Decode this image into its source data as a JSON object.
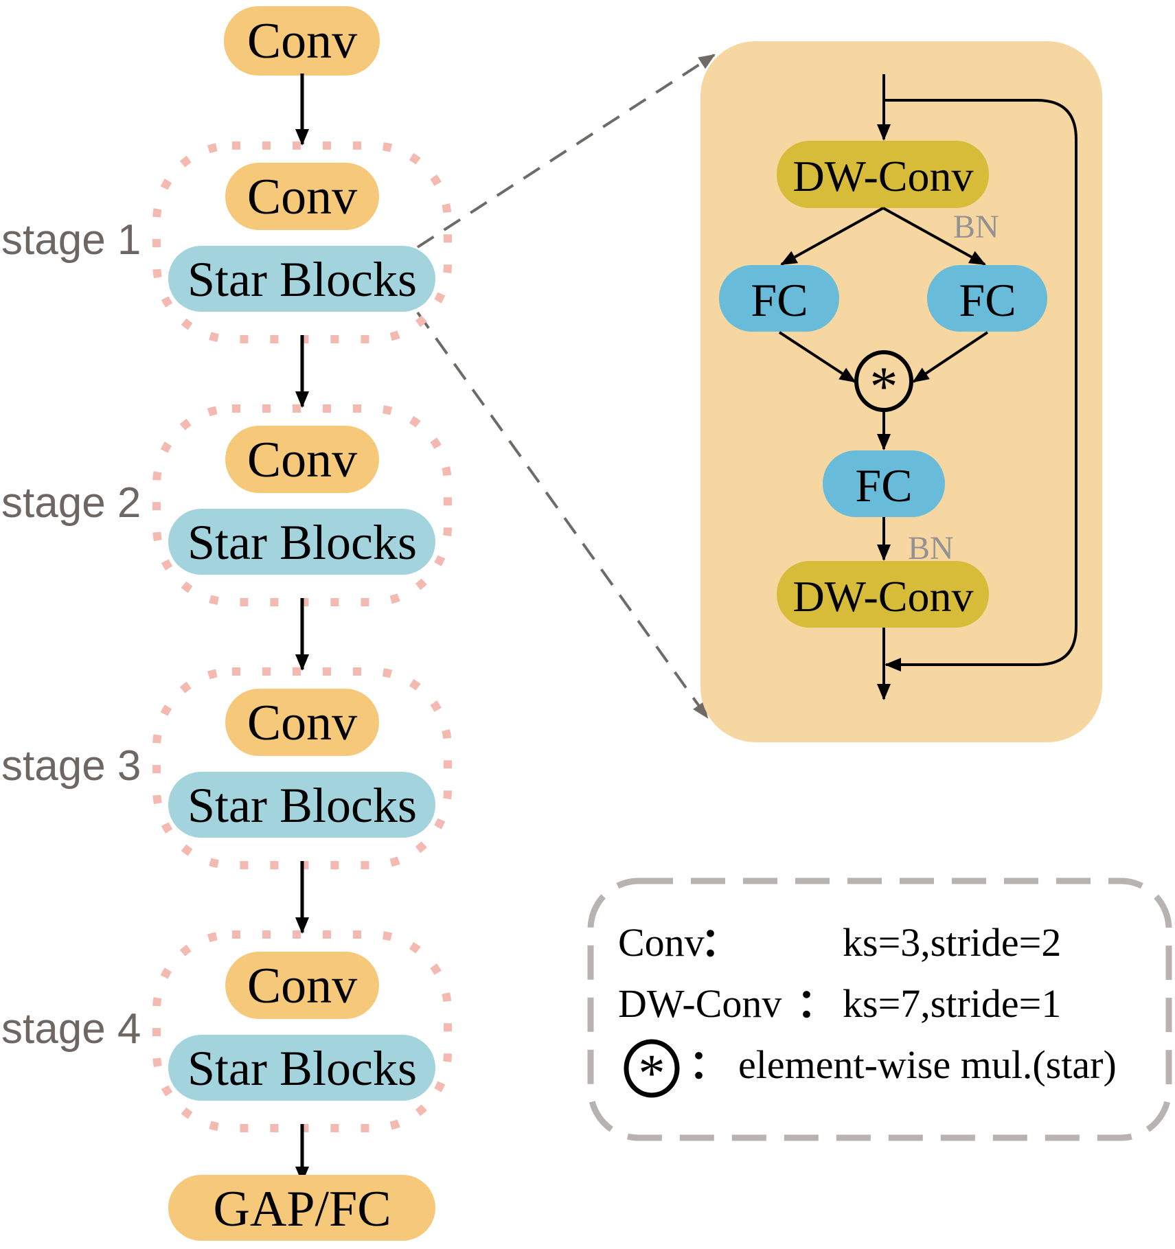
{
  "colors": {
    "conv": "#F5C979",
    "star_blocks": "#A3D4DE",
    "dw_conv": "#D6BC38",
    "fc": "#68BBD9",
    "panel": "#F7D7A1",
    "stage_dots": "#F4B9B0",
    "stage_label": "#6E6663",
    "bn_label": "#939191",
    "legend_border": "#B8B2B0",
    "zoom_line": "#6E6A68",
    "arrow": "#000000"
  },
  "pipeline": {
    "stem_label": "Conv",
    "stages": [
      {
        "label": "stage 1",
        "conv_label": "Conv",
        "block_label": "Star Blocks"
      },
      {
        "label": "stage 2",
        "conv_label": "Conv",
        "block_label": "Star Blocks"
      },
      {
        "label": "stage 3",
        "conv_label": "Conv",
        "block_label": "Star Blocks"
      },
      {
        "label": "stage 4",
        "conv_label": "Conv",
        "block_label": "Star Blocks"
      }
    ],
    "head_label": "GAP/FC"
  },
  "star_block": {
    "dw_conv_top": "DW-Conv",
    "bn_top": "BN",
    "fc_left": "FC",
    "fc_right": "FC",
    "star_op": "⊛",
    "fc_bottom": "FC",
    "bn_bottom": "BN",
    "dw_conv_bottom": "DW-Conv"
  },
  "legend": {
    "rows": [
      {
        "term": "Conv",
        "sep": "：",
        "desc": "ks=3,stride=2"
      },
      {
        "term": "DW-Conv",
        "sep": "：",
        "desc": "ks=7,stride=1"
      },
      {
        "term": "star-op-icon",
        "sep": "：",
        "desc": "element-wise mul.(star)"
      }
    ]
  }
}
